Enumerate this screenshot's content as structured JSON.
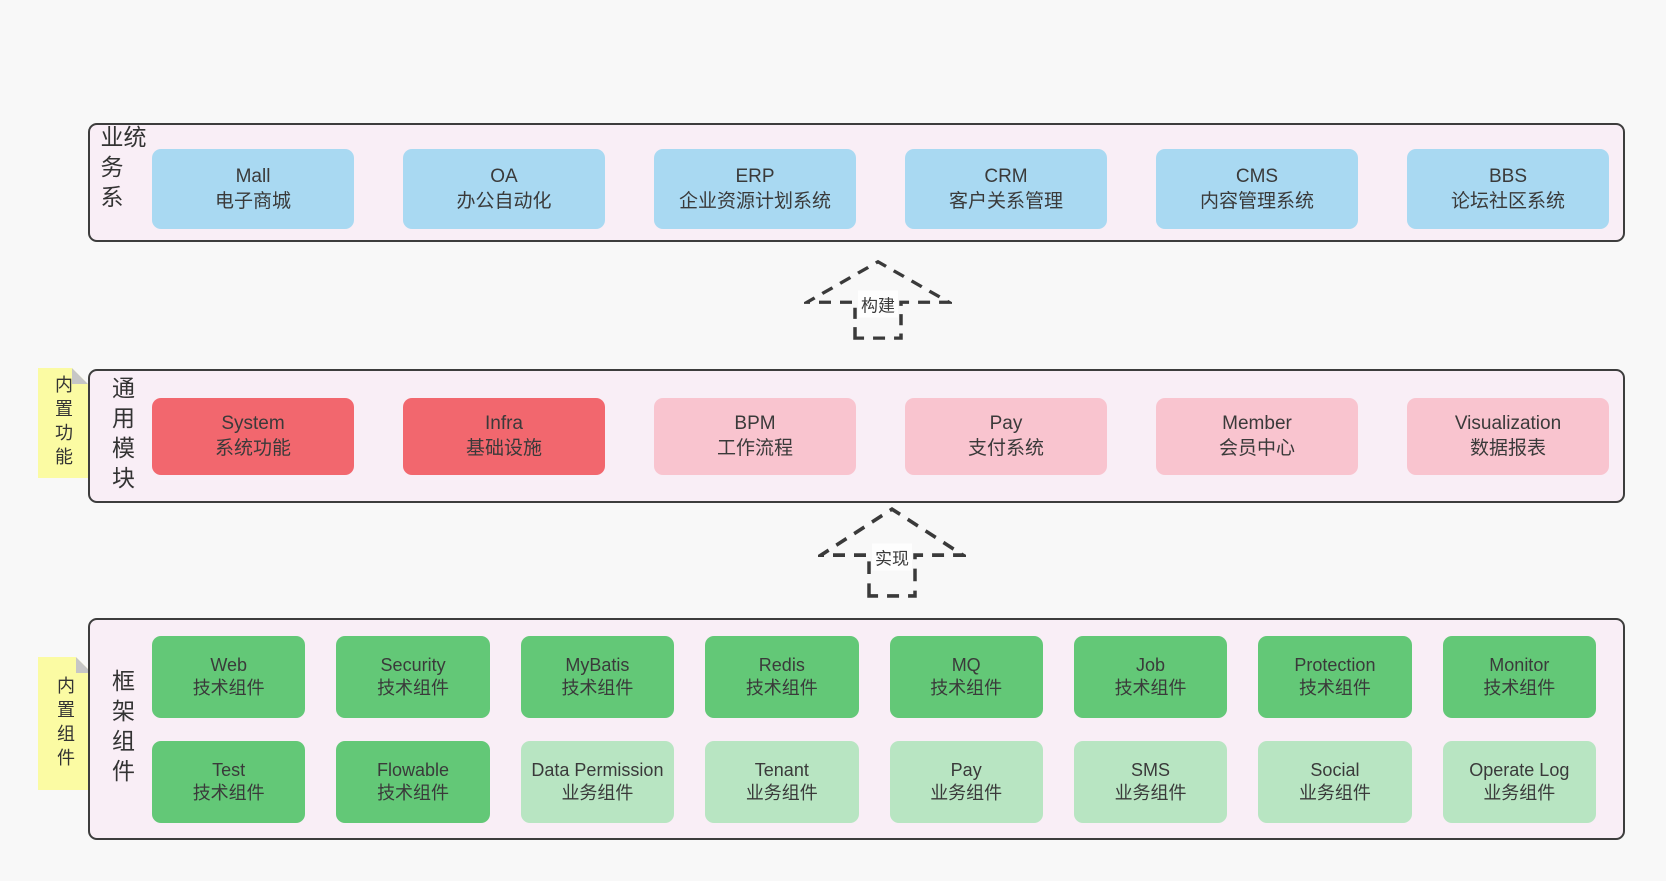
{
  "palette": {
    "page_bg": "#f8f8f8",
    "layer_bg": "#f9eef6",
    "layer_border": "#3d3d3d",
    "text": "#3a3a3a",
    "blue": "#a9d9f2",
    "red": "#f2676e",
    "pink": "#f9c4cf",
    "green": "#63c877",
    "lightgreen": "#b8e5c2",
    "note_bg": "#fbfba3",
    "note_fold": "#c6c6c6"
  },
  "arrows": [
    {
      "label": "构建"
    },
    {
      "label": "实现"
    }
  ],
  "layers": [
    {
      "id": "business-systems",
      "label": "业务系统",
      "note": "",
      "rows": [
        [
          {
            "name": "Mall",
            "subtitle": "电子商城",
            "color": "blue"
          },
          {
            "name": "OA",
            "subtitle": "办公自动化",
            "color": "blue"
          },
          {
            "name": "ERP",
            "subtitle": "企业资源计划系统",
            "color": "blue"
          },
          {
            "name": "CRM",
            "subtitle": "客户关系管理",
            "color": "blue"
          },
          {
            "name": "CMS",
            "subtitle": "内容管理系统",
            "color": "blue"
          },
          {
            "name": "BBS",
            "subtitle": "论坛社区系统",
            "color": "blue"
          }
        ]
      ]
    },
    {
      "id": "common-modules",
      "label": "通用模块",
      "note": "内置功能",
      "rows": [
        [
          {
            "name": "System",
            "subtitle": "系统功能",
            "color": "red"
          },
          {
            "name": "Infra",
            "subtitle": "基础设施",
            "color": "red"
          },
          {
            "name": "BPM",
            "subtitle": "工作流程",
            "color": "pink"
          },
          {
            "name": "Pay",
            "subtitle": "支付系统",
            "color": "pink"
          },
          {
            "name": "Member",
            "subtitle": "会员中心",
            "color": "pink"
          },
          {
            "name": "Visualization",
            "subtitle": "数据报表",
            "color": "pink"
          }
        ]
      ]
    },
    {
      "id": "framework-components",
      "label": "框架组件",
      "note": "内置组件",
      "rows": [
        [
          {
            "name": "Web",
            "subtitle": "技术组件",
            "color": "green"
          },
          {
            "name": "Security",
            "subtitle": "技术组件",
            "color": "green"
          },
          {
            "name": "MyBatis",
            "subtitle": "技术组件",
            "color": "green"
          },
          {
            "name": "Redis",
            "subtitle": "技术组件",
            "color": "green"
          },
          {
            "name": "MQ",
            "subtitle": "技术组件",
            "color": "green"
          },
          {
            "name": "Job",
            "subtitle": "技术组件",
            "color": "green"
          },
          {
            "name": "Protection",
            "subtitle": "技术组件",
            "color": "green"
          },
          {
            "name": "Monitor",
            "subtitle": "技术组件",
            "color": "green"
          }
        ],
        [
          {
            "name": "Test",
            "subtitle": "技术组件",
            "color": "green"
          },
          {
            "name": "Flowable",
            "subtitle": "技术组件",
            "color": "green"
          },
          {
            "name": "Data Permission",
            "subtitle": "业务组件",
            "color": "lightgreen"
          },
          {
            "name": "Tenant",
            "subtitle": "业务组件",
            "color": "lightgreen"
          },
          {
            "name": "Pay",
            "subtitle": "业务组件",
            "color": "lightgreen"
          },
          {
            "name": "SMS",
            "subtitle": "业务组件",
            "color": "lightgreen"
          },
          {
            "name": "Social",
            "subtitle": "业务组件",
            "color": "lightgreen"
          },
          {
            "name": "Operate Log",
            "subtitle": "业务组件",
            "color": "lightgreen"
          }
        ]
      ]
    }
  ]
}
